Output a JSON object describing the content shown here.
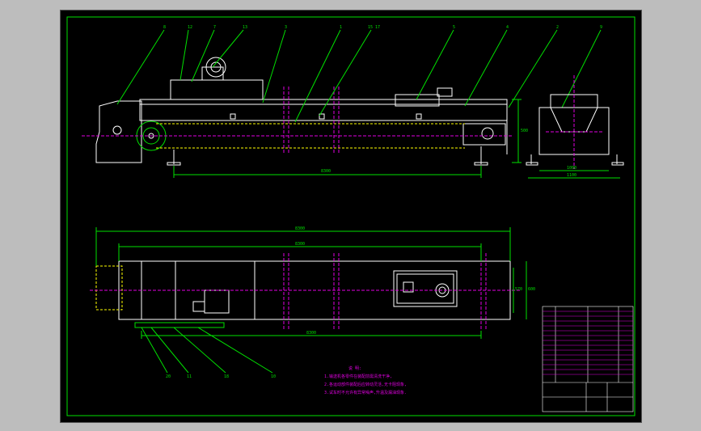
{
  "colors": {
    "background": "#bdbdbd",
    "paper": "#000000",
    "frame": "#00e000",
    "outline": "#ffffff",
    "centerline": "#e000e0",
    "hidden": "#ffff00",
    "dimension": "#00e000",
    "leader": "#00e000"
  },
  "side_view": {
    "callouts": [
      "8",
      "12",
      "7",
      "13",
      "3",
      "1",
      "15 17",
      "5",
      "4",
      "2",
      "9"
    ],
    "dims": {
      "length": "8300",
      "height": "500"
    }
  },
  "end_view": {
    "dims": {
      "width_a": "1000",
      "width_b": "1100"
    }
  },
  "plan_view": {
    "dims": {
      "overall": "8300",
      "inner": "8300",
      "bottom": "8300",
      "width_a": "570",
      "width_b": "600"
    },
    "callouts": [
      "20",
      "11",
      "18",
      "10"
    ]
  },
  "notes": {
    "title": "说 明:",
    "lines": [
      "1.输送机各零件在装配前需清洗干净,",
      "2.各运动部件装配后应转动灵活,无卡阻现象,",
      "3.试车时不允许有异常噪声,升温及漏油现象."
    ]
  }
}
